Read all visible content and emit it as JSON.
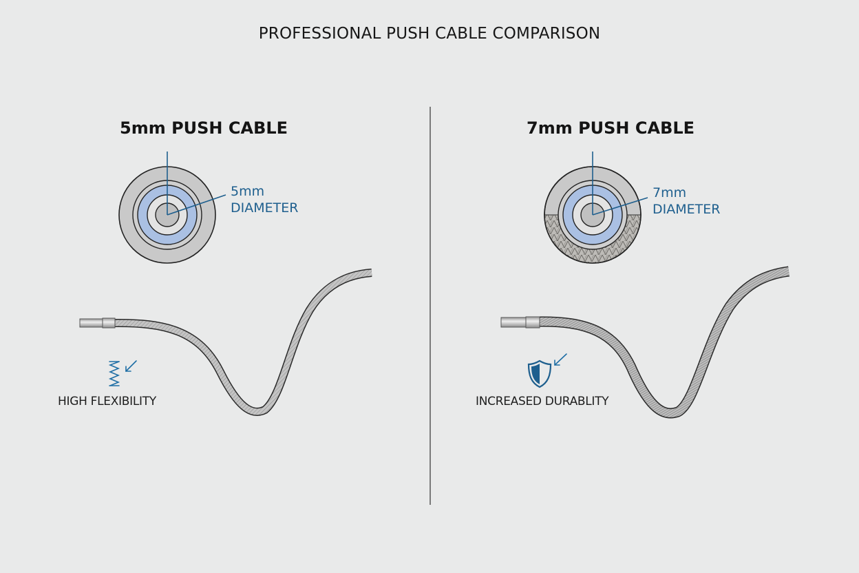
{
  "title": "PROFESSIONAL PUSH CABLE COMPARISON",
  "colors": {
    "accent": "#1e5f8e",
    "insulation_blue": "#a9bfe2",
    "jacket_gray": "#c9c9c9",
    "background": "#e9eaea",
    "outline": "#222222"
  },
  "panels": [
    {
      "title": "5mm PUSH CABLE",
      "diameter_value": "5mm",
      "diameter_label": "DIAMETER",
      "cross_section_style": "solid-jacket",
      "feature_icon": "spring-icon",
      "feature_label": "HIGH FLEXIBILITY"
    },
    {
      "title": "7mm PUSH CABLE",
      "diameter_value": "7mm",
      "diameter_label": "DIAMETER",
      "cross_section_style": "braided-jacket",
      "feature_icon": "shield-icon",
      "feature_label": "INCREASED DURABLITY"
    }
  ]
}
